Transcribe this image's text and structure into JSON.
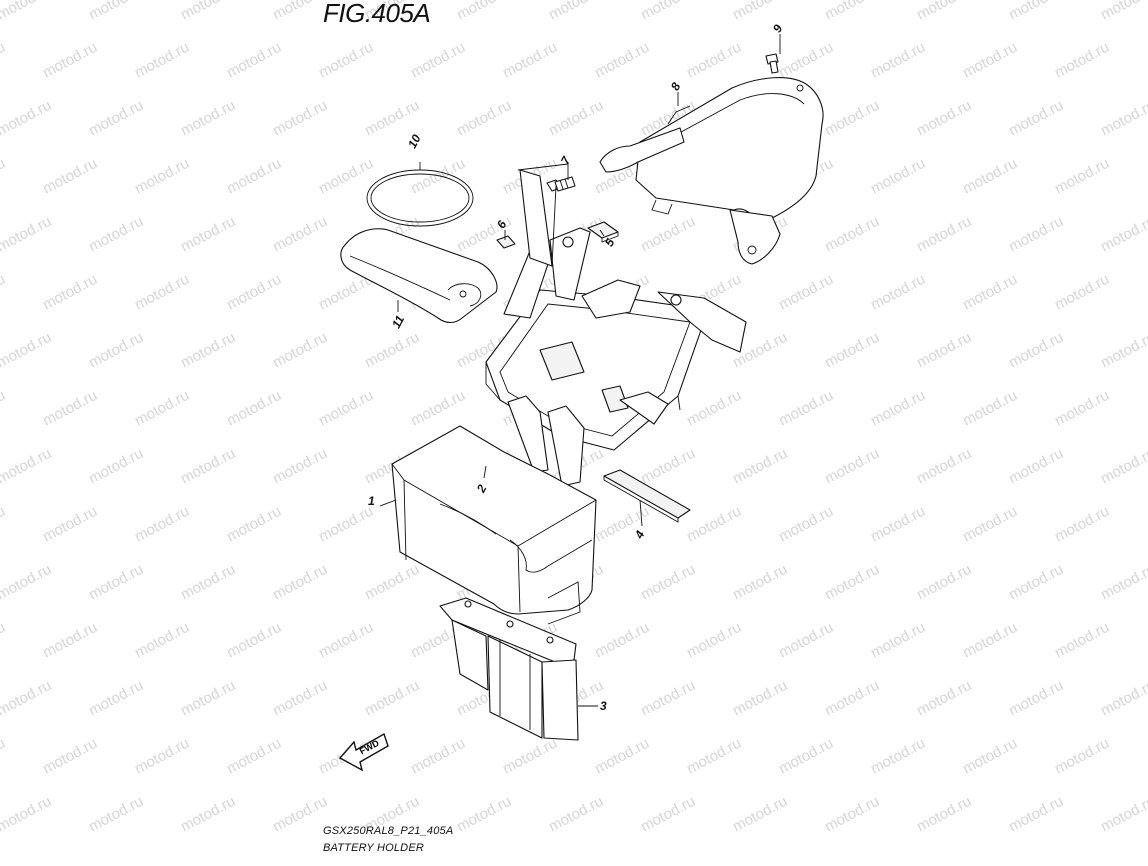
{
  "figure": {
    "title": "FIG.405A",
    "code": "GSX250RAL8_P21_405A",
    "name": "BATTERY HOLDER",
    "fwd_label": "FWD",
    "watermark": "motod.ru"
  },
  "callouts": [
    {
      "id": "1",
      "label": "1"
    },
    {
      "id": "2",
      "label": "2"
    },
    {
      "id": "3",
      "label": "3"
    },
    {
      "id": "4",
      "label": "4"
    },
    {
      "id": "5",
      "label": "5"
    },
    {
      "id": "6",
      "label": "6"
    },
    {
      "id": "7",
      "label": "7"
    },
    {
      "id": "8",
      "label": "8"
    },
    {
      "id": "9",
      "label": "9"
    },
    {
      "id": "10",
      "label": "10"
    },
    {
      "id": "11",
      "label": "11"
    }
  ],
  "colors": {
    "line": "#111111",
    "watermark": "#d6d6d6",
    "background": "#ffffff"
  }
}
